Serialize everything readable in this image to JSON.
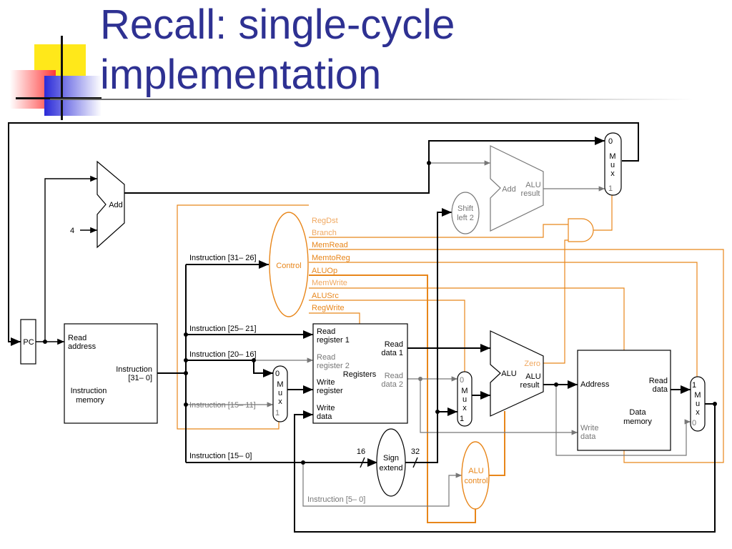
{
  "title": {
    "line1": "Recall: single-cycle",
    "line2": "implementation"
  },
  "colors": {
    "title": "#2e3192",
    "control": "#e8861a",
    "gray": "#777777",
    "black": "#000000"
  },
  "labels": {
    "pc": "PC",
    "add_top": "Add",
    "const_four": "4",
    "add_branch": "Add",
    "add_branch_alu": "ALU",
    "add_branch_result": "result",
    "shift_left_2_a": "Shift",
    "shift_left_2_b": "left 2",
    "control": "Control",
    "instr_mem_read": "Read",
    "instr_mem_address": "address",
    "instr_mem_instr": "Instruction",
    "instr_mem_bits": "[31– 0]",
    "instr_mem_name1": "Instruction",
    "instr_mem_name2": "memory",
    "instr_31_26": "Instruction [31– 26]",
    "instr_25_21": "Instruction [25– 21]",
    "instr_20_16": "Instruction [20– 16]",
    "instr_15_11": "Instruction [15– 11]",
    "instr_15_0": "Instruction [15– 0]",
    "instr_5_0": "Instruction [5– 0]",
    "read_register_1a": "Read",
    "read_register_1b": "register 1",
    "read_register_2a": "Read",
    "read_register_2b": "register 2",
    "write_register_a": "Write",
    "write_register_b": "register",
    "write_data_a": "Write",
    "write_data_b": "data",
    "registers": "Registers",
    "read_data_1a": "Read",
    "read_data_1b": "data 1",
    "read_data_2a": "Read",
    "read_data_2b": "data 2",
    "sign_extend_a": "Sign",
    "sign_extend_b": "extend",
    "bits_16": "16",
    "bits_32": "32",
    "alu": "ALU",
    "alu_result_a": "ALU",
    "alu_result_b": "result",
    "zero": "Zero",
    "alu_control_a": "ALU",
    "alu_control_b": "control",
    "data_mem_address": "Address",
    "data_mem_read_a": "Read",
    "data_mem_read_b": "data",
    "data_mem_write_a": "Write",
    "data_mem_write_b": "data",
    "data_mem_name_a": "Data",
    "data_mem_name_b": "memory"
  },
  "control_signals": [
    "RegDst",
    "Branch",
    "MemRead",
    "MemtoReg",
    "ALUOp",
    "MemWrite",
    "ALUSrc",
    "RegWrite"
  ],
  "muxes": {
    "pc_mux": [
      "0",
      "M",
      "u",
      "x",
      "1"
    ],
    "reg_mux": [
      "0",
      "M",
      "u",
      "x",
      "1"
    ],
    "alu_mux": [
      "0",
      "M",
      "u",
      "x",
      "1"
    ],
    "mem_mux": [
      "1",
      "M",
      "u",
      "x",
      "0"
    ]
  }
}
